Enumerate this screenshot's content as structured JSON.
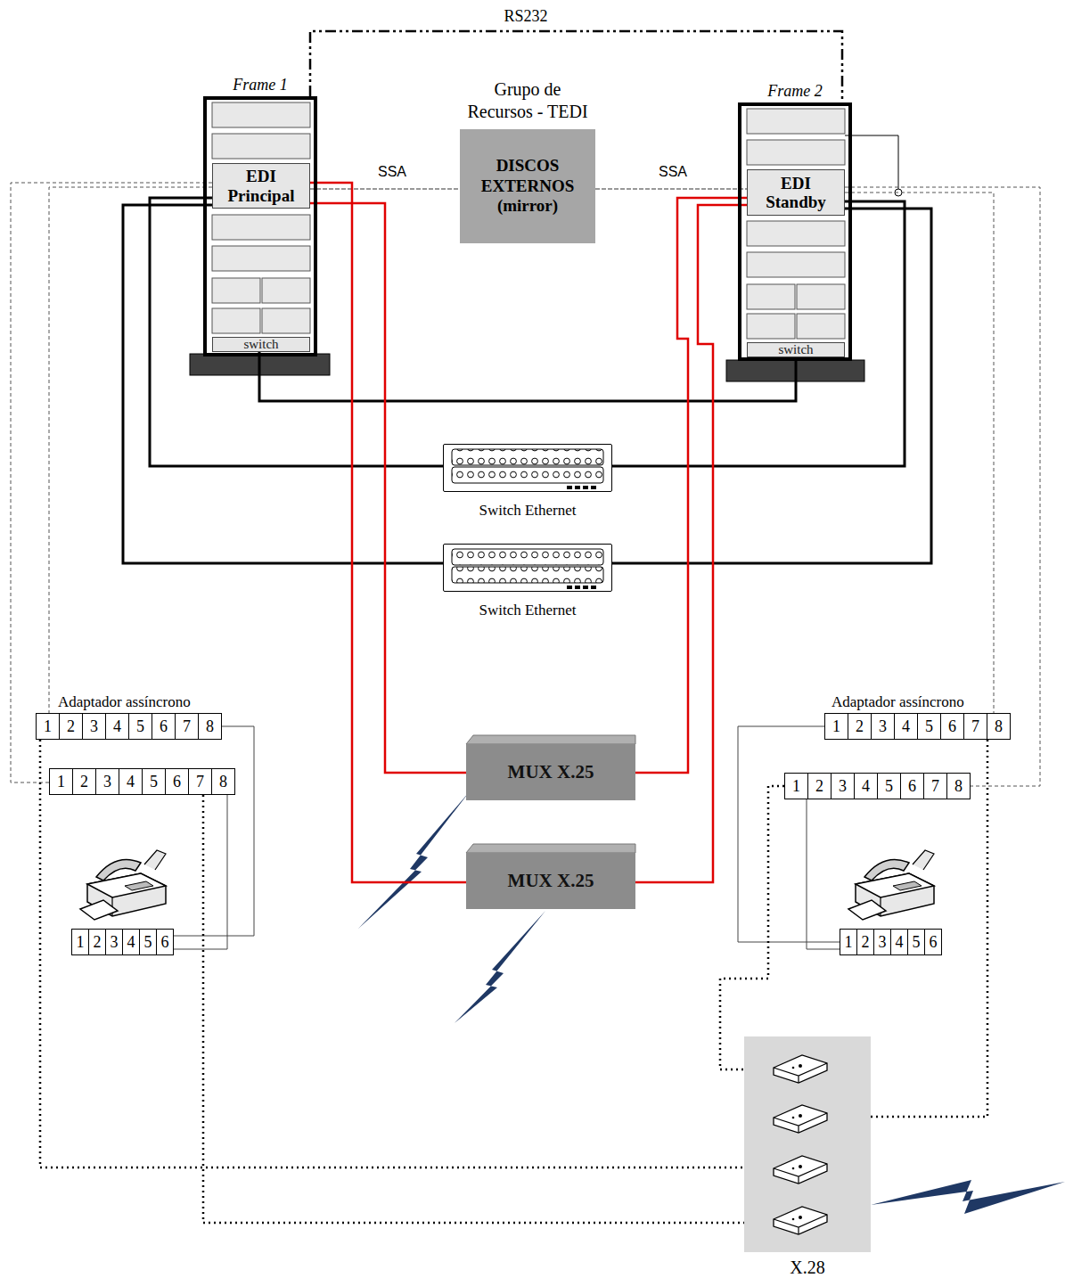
{
  "diagram": {
    "nodes": [
      {
        "text": [
          "Frame 1"
        ]
      },
      {
        "text": [
          "EDI Principal"
        ],
        "in": 0
      },
      {
        "text": [
          "switch"
        ],
        "in": 0
      },
      {
        "text": [
          "Grupo de Recursos - TEDI",
          "DISCOS EXTERNOS (mirror)"
        ]
      },
      {
        "text": [
          "Frame 2"
        ]
      },
      {
        "text": [
          "EDI Standby"
        ],
        "in": 4
      },
      {
        "text": [
          "switch"
        ],
        "in": 4
      },
      {
        "text": [
          "Switch Ethernet"
        ]
      },
      {
        "text": [
          "Switch Ethernet"
        ]
      },
      {
        "text": [
          "Adaptador assíncrono",
          "1",
          "2",
          "3",
          "4",
          "5",
          "6",
          "7",
          "8"
        ]
      },
      {
        "text": [
          "1",
          "2",
          "3",
          "4",
          "5",
          "6",
          "7",
          "8"
        ]
      },
      {
        "text": [
          "Adaptador assíncrono",
          "1",
          "2",
          "3",
          "4",
          "5",
          "6",
          "7",
          "8"
        ]
      },
      {
        "text": [
          "1",
          "2",
          "3",
          "4",
          "5",
          "6",
          "7",
          "8"
        ]
      },
      {
        "text": [
          "1",
          "2",
          "3",
          "4",
          "5",
          "6"
        ]
      },
      {
        "text": [
          "1",
          "2",
          "3",
          "4",
          "5",
          "6"
        ]
      },
      {
        "text": [
          "MUX X.25"
        ]
      },
      {
        "text": [
          "MUX X.25"
        ]
      },
      {
        "text": [
          "X.28"
        ]
      }
    ],
    "edges": [
      {
        "from": 0,
        "to": 4,
        "label": "RS232",
        "arrow": "none"
      },
      {
        "from": 1,
        "to": 3,
        "label": "SSA",
        "arrow": "none"
      },
      {
        "from": 3,
        "to": 5,
        "label": "SSA",
        "arrow": "none"
      },
      {
        "from": 2,
        "to": 6,
        "arrow": "none"
      },
      {
        "from": 1,
        "to": 7,
        "arrow": "none"
      },
      {
        "from": 1,
        "to": 8,
        "arrow": "none"
      },
      {
        "from": 5,
        "to": 7,
        "arrow": "none"
      },
      {
        "from": 5,
        "to": 8,
        "arrow": "none"
      },
      {
        "from": 1,
        "to": 15,
        "arrow": "none"
      },
      {
        "from": 1,
        "to": 16,
        "arrow": "none"
      },
      {
        "from": 5,
        "to": 15,
        "arrow": "none"
      },
      {
        "from": 5,
        "to": 16,
        "arrow": "none"
      },
      {
        "from": 1,
        "to": 9,
        "arrow": "none"
      },
      {
        "from": 1,
        "to": 10,
        "arrow": "none"
      },
      {
        "from": 5,
        "to": 11,
        "arrow": "none"
      },
      {
        "from": 5,
        "to": 12,
        "arrow": "none"
      },
      {
        "from": 9,
        "to": 13,
        "arrow": "none"
      },
      {
        "from": 10,
        "to": 13,
        "arrow": "none"
      },
      {
        "from": 11,
        "to": 14,
        "arrow": "none"
      },
      {
        "from": 12,
        "to": 14,
        "arrow": "none"
      },
      {
        "from": 9,
        "to": 17,
        "arrow": "none"
      },
      {
        "from": 10,
        "to": 17,
        "arrow": "none"
      },
      {
        "from": 11,
        "to": 17,
        "arrow": "none"
      },
      {
        "from": 12,
        "to": 17,
        "arrow": "none"
      }
    ]
  }
}
